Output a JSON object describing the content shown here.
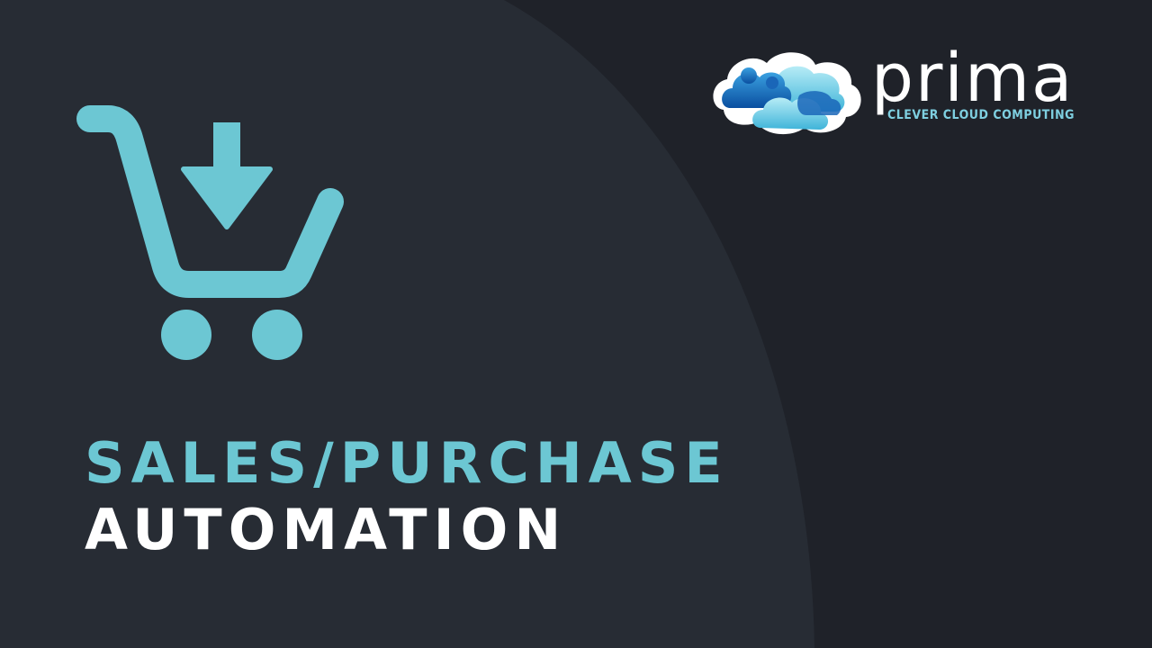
{
  "colors": {
    "background": "#1f2229",
    "arc": "#272c34",
    "accent": "#6cc7d3",
    "text_light": "#ffffff"
  },
  "hero": {
    "icon": "cart-download-icon",
    "title_line1": "SALES/PURCHASE",
    "title_line2": "AUTOMATION"
  },
  "brand": {
    "logo_icon": "cloud-people-logo-icon",
    "name": "prima",
    "tagline": "CLEVER CLOUD COMPUTING"
  }
}
